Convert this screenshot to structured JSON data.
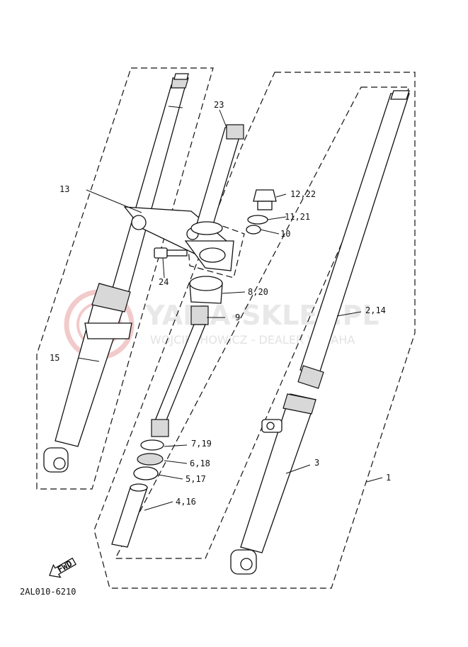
{
  "diagram_code": "2AL010-6210",
  "direction_badge": "FWD",
  "watermark": {
    "brand": "YAMA-SKLEP.PL",
    "tagline": "WOJCIECHOWICZ - DEALER YAMAHA"
  },
  "callouts": [
    {
      "id": "c1",
      "label": "1"
    },
    {
      "id": "c2",
      "label": "2,14"
    },
    {
      "id": "c3",
      "label": "3"
    },
    {
      "id": "c4",
      "label": "4,16"
    },
    {
      "id": "c5",
      "label": "5,17"
    },
    {
      "id": "c6",
      "label": "6,18"
    },
    {
      "id": "c7",
      "label": "7,19"
    },
    {
      "id": "c8",
      "label": "8,20"
    },
    {
      "id": "c9",
      "label": "9"
    },
    {
      "id": "c10",
      "label": "10"
    },
    {
      "id": "c11",
      "label": "11,21"
    },
    {
      "id": "c12",
      "label": "12,22"
    },
    {
      "id": "c13",
      "label": "13"
    },
    {
      "id": "c15",
      "label": "15"
    },
    {
      "id": "c23",
      "label": "23"
    },
    {
      "id": "c24",
      "label": "24"
    }
  ]
}
